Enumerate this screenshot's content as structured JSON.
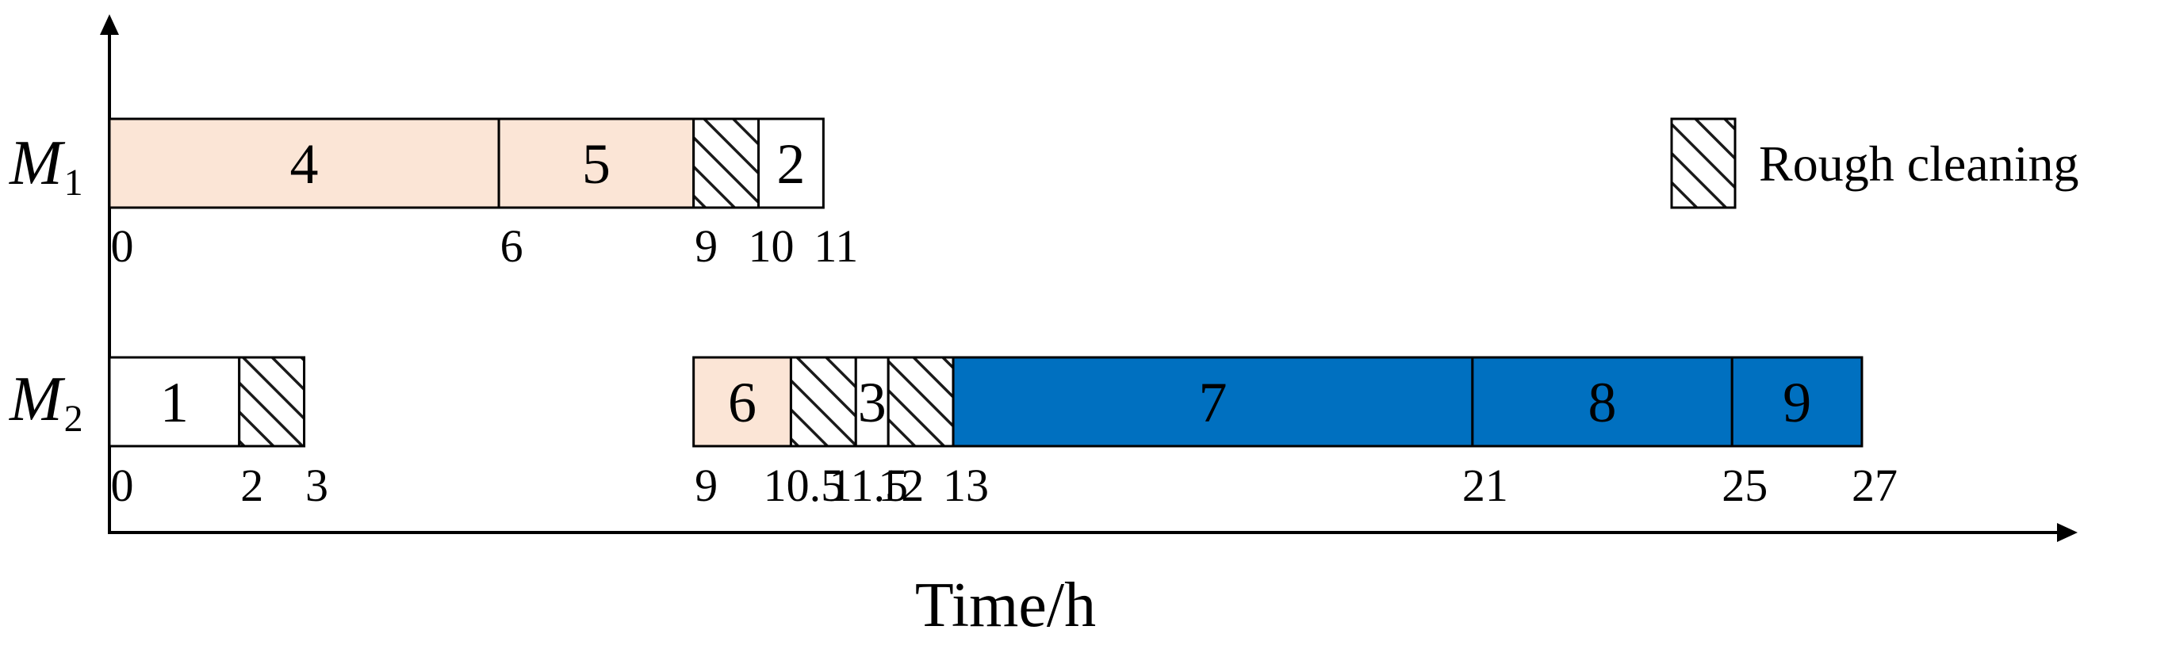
{
  "axis": {
    "x_title": "Time/h"
  },
  "legend": {
    "label": "Rough cleaning"
  },
  "colors": {
    "peach": "#FBE5D6",
    "blue": "#0070C0",
    "white": "#FFFFFF",
    "hatch_line": "#1a1a1a"
  },
  "machines": [
    {
      "name": "M",
      "sub": "1",
      "segments": [
        {
          "start": 0,
          "end": 6,
          "kind": "job",
          "label": "4",
          "color": "peach"
        },
        {
          "start": 6,
          "end": 9,
          "kind": "job",
          "label": "5",
          "color": "peach"
        },
        {
          "start": 9,
          "end": 10,
          "kind": "cleaning",
          "label": "",
          "color": "white"
        },
        {
          "start": 10,
          "end": 11,
          "kind": "job",
          "label": "2",
          "color": "white"
        }
      ],
      "ticks": [
        "0",
        "6",
        "9",
        "10",
        "11"
      ]
    },
    {
      "name": "M",
      "sub": "2",
      "segments": [
        {
          "start": 0,
          "end": 2,
          "kind": "job",
          "label": "1",
          "color": "white"
        },
        {
          "start": 2,
          "end": 3,
          "kind": "cleaning",
          "label": "",
          "color": "white"
        },
        {
          "start": 9,
          "end": 10.5,
          "kind": "job",
          "label": "6",
          "color": "peach"
        },
        {
          "start": 10.5,
          "end": 11.5,
          "kind": "cleaning",
          "label": "",
          "color": "white"
        },
        {
          "start": 11.5,
          "end": 12,
          "kind": "job",
          "label": "3",
          "color": "white"
        },
        {
          "start": 12,
          "end": 13,
          "kind": "cleaning",
          "label": "",
          "color": "white"
        },
        {
          "start": 13,
          "end": 21,
          "kind": "job",
          "label": "7",
          "color": "blue"
        },
        {
          "start": 21,
          "end": 25,
          "kind": "job",
          "label": "8",
          "color": "blue"
        },
        {
          "start": 25,
          "end": 27,
          "kind": "job",
          "label": "9",
          "color": "blue"
        }
      ],
      "ticks": [
        "0",
        "2",
        "3",
        "9",
        "10.5",
        "11.5",
        "12",
        "13",
        "21",
        "25",
        "27"
      ]
    }
  ]
}
